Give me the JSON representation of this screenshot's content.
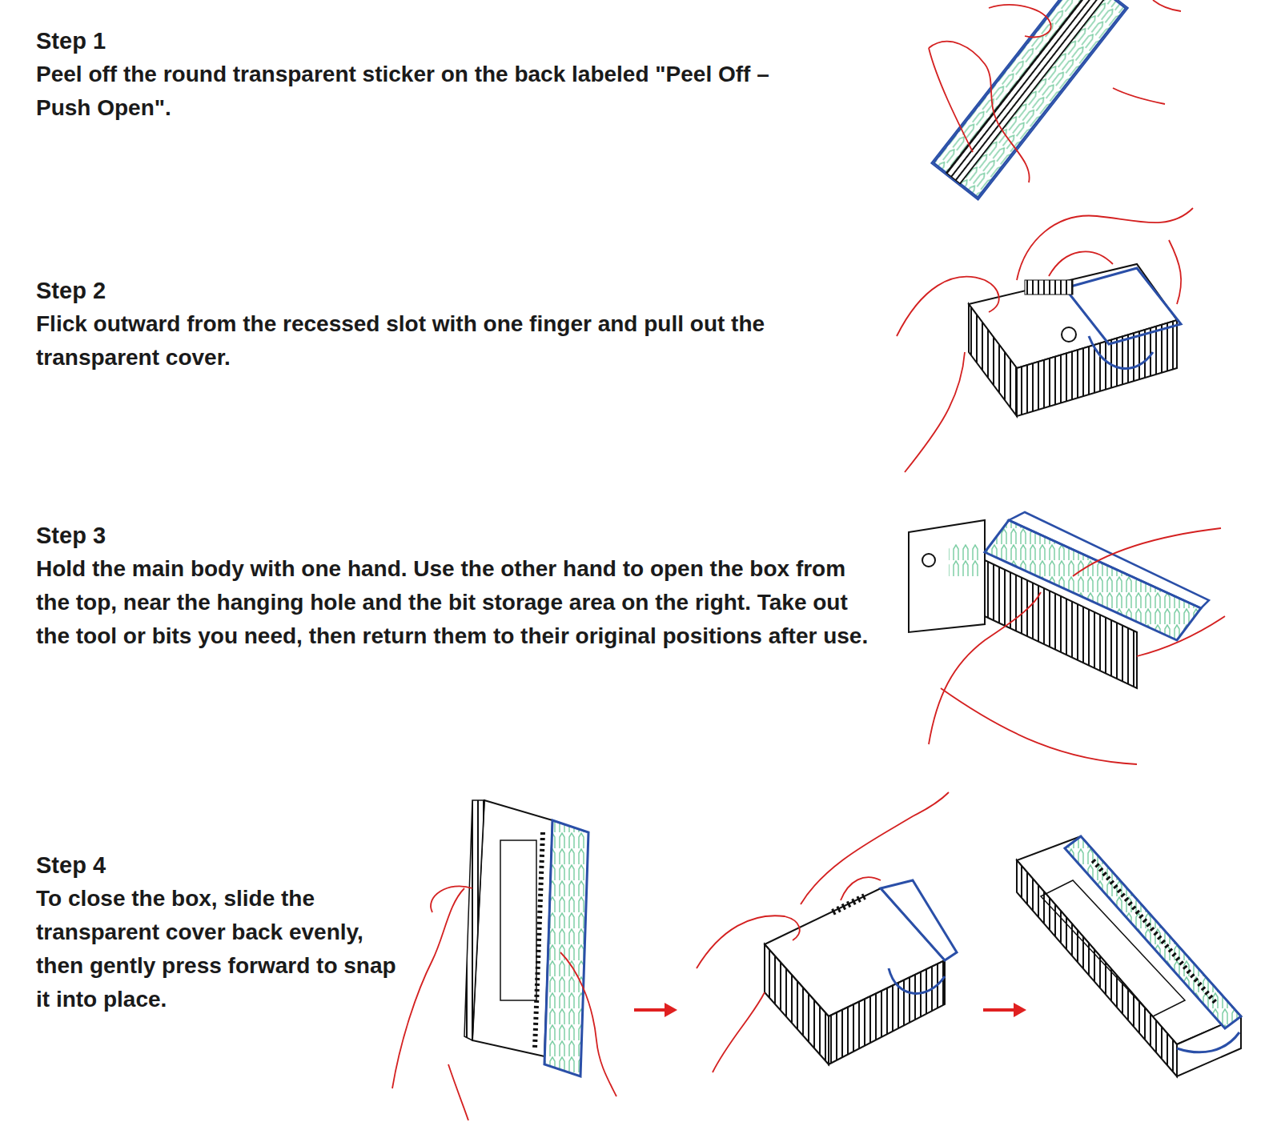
{
  "diagram": {
    "labels": [
      "Step 1",
      "Peel off the round transparent sticker on the back labeled \"Peel Off – Push Open\".",
      "Step 2",
      "Flick outward from the recessed slot with one finger and pull out the transparent cover.",
      "Step 3",
      "Hold the main body with one hand. Use the other hand to open the box from the top, near the hanging hole and the bit storage area on the right. Take out the tool or bits you need, then return them to their original positions after use.",
      "Step 4",
      "To close the box, slide the transparent cover back evenly, then gently press forward to snap it into place."
    ]
  }
}
